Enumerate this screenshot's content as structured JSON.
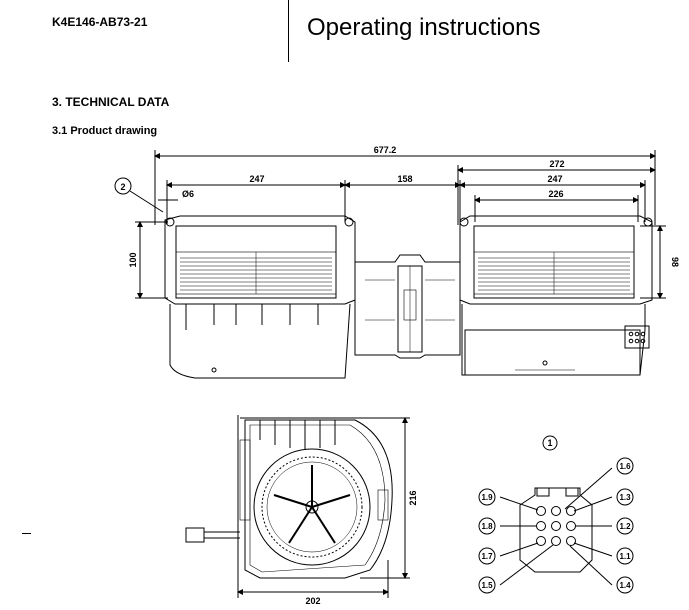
{
  "header": {
    "part_number": "K4E146-AB73-21",
    "title": "Operating instructions"
  },
  "section": {
    "heading": "3. TECHNICAL DATA",
    "subheading": "3.1 Product drawing"
  },
  "top_view": {
    "dim_overall": "677.2",
    "dim_right_outer": "272",
    "dim_left_247": "247",
    "dim_center_158": "158",
    "dim_right_247": "247",
    "dim_right_226": "226",
    "dim_hole": "Ø6",
    "dim_height_left": "100",
    "dim_height_right": "98",
    "callout_2": "2"
  },
  "side_view": {
    "dim_width": "202",
    "dim_height": "216"
  },
  "connector_view": {
    "callout": "1",
    "pins": [
      "1.6",
      "1.9",
      "1.3",
      "1.8",
      "1.2",
      "1.7",
      "1.1",
      "1.5",
      "1.4"
    ]
  }
}
